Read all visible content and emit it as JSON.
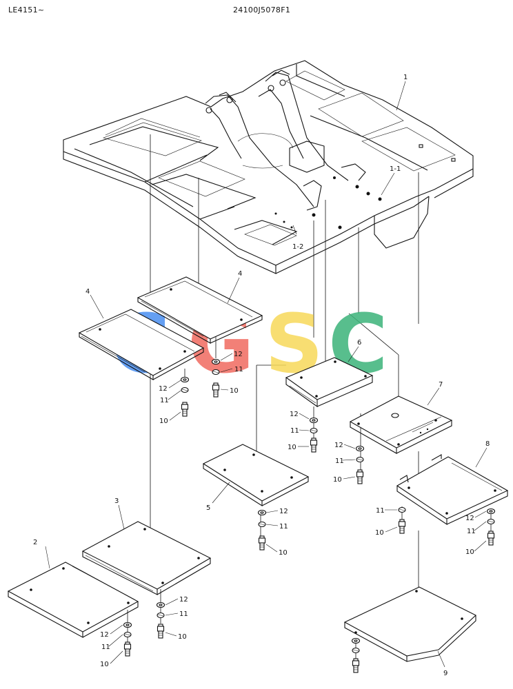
{
  "header": {
    "serial_code": "LE4151~",
    "drawing_number": "24100J5078F1"
  },
  "watermark": {
    "text": "CGSC",
    "letters": [
      {
        "char": "C",
        "color": "#4a8ff0"
      },
      {
        "char": "G",
        "color": "#f06a60"
      },
      {
        "char": "S",
        "color": "#f7d95a"
      },
      {
        "char": "C",
        "color": "#3cb37a"
      }
    ]
  },
  "callouts": {
    "c1": "1",
    "c1_1": "1-1",
    "c1_2": "1-2",
    "c2": "2",
    "c3": "3",
    "c4a": "4",
    "c4b": "4",
    "c5": "5",
    "c6": "6",
    "c7": "7",
    "c8": "8",
    "c9": "9",
    "f1_12": "12",
    "f1_11": "11",
    "f1_10": "10",
    "f2_12": "12",
    "f2_11": "11",
    "f2_10": "10",
    "f3_12": "12",
    "f3_11": "11",
    "f3_10": "10",
    "f4_12": "12",
    "f4_11": "11",
    "f4_10": "10",
    "f5_12": "12",
    "f5_11": "11",
    "f5_10": "10",
    "f6_12": "12",
    "f6_11": "11",
    "f6_10": "10",
    "f7_11": "11",
    "f7_10": "10",
    "f8_12": "12",
    "f8_11": "11",
    "f8_10": "10",
    "f9_12": "12",
    "f9_11": "11",
    "f9_10": "10"
  }
}
